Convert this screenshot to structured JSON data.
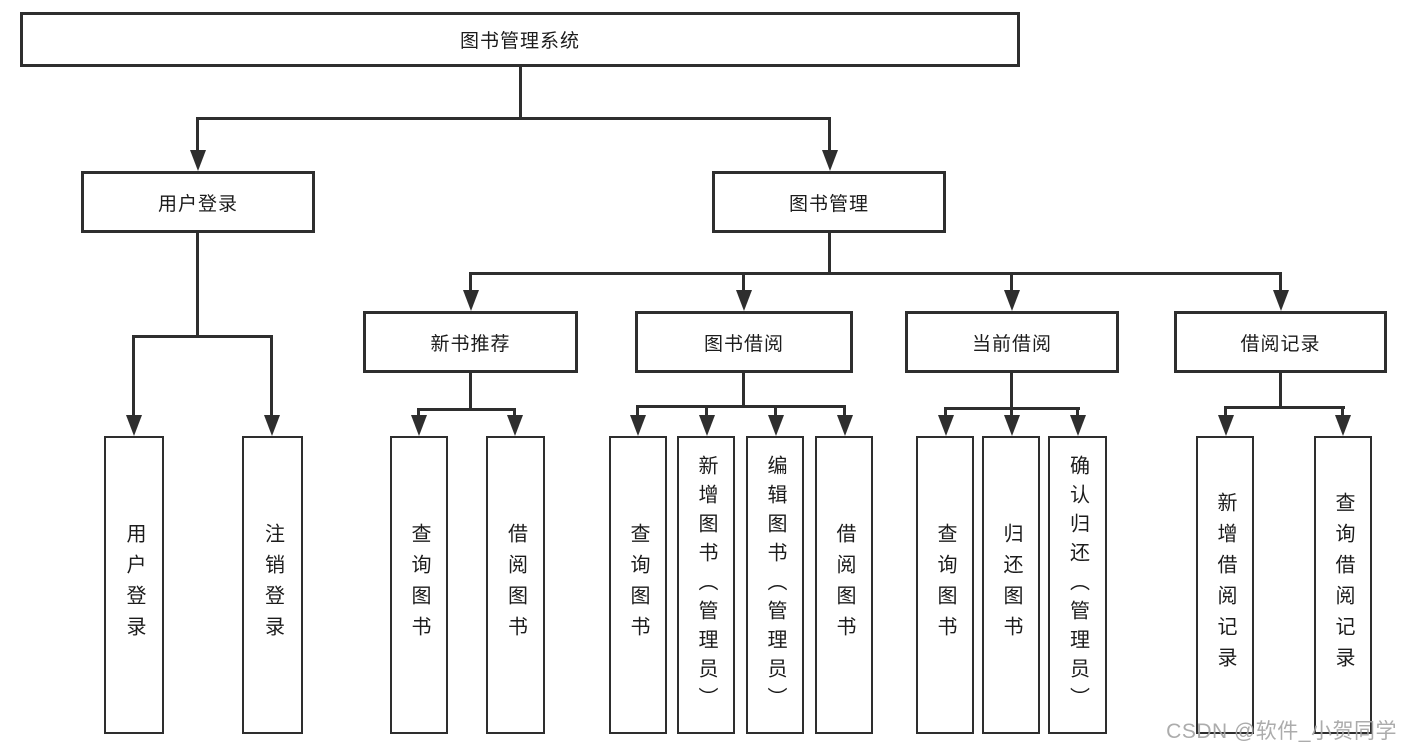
{
  "colors": {
    "line": "#2e2e2e",
    "text": "#1c1c1c",
    "watermark": "#a5a5a5",
    "background": "#ffffff"
  },
  "tree": {
    "root": {
      "label": "图书管理系统"
    },
    "user_login": {
      "label": "用户登录",
      "children": {
        "login": {
          "label": "用户登录"
        },
        "logout": {
          "label": "注销登录"
        }
      }
    },
    "book_management": {
      "label": "图书管理",
      "children": {
        "new_book_recommend": {
          "label": "新书推荐",
          "children": {
            "query_book": {
              "label": "查询图书"
            },
            "borrow_book": {
              "label": "借阅图书"
            }
          }
        },
        "book_borrow": {
          "label": "图书借阅",
          "children": {
            "query_book": {
              "label": "查询图书"
            },
            "add_book": {
              "label": "新增图书（管理员）"
            },
            "edit_book": {
              "label": "编辑图书（管理员）"
            },
            "borrow_book": {
              "label": "借阅图书"
            }
          }
        },
        "current_borrow": {
          "label": "当前借阅",
          "children": {
            "query_book": {
              "label": "查询图书"
            },
            "return_book": {
              "label": "归还图书"
            },
            "confirm_return": {
              "label": "确认归还（管理员）"
            }
          }
        },
        "borrow_record": {
          "label": "借阅记录",
          "children": {
            "add_record": {
              "label": "新增借阅记录"
            },
            "query_record": {
              "label": "查询借阅记录"
            }
          }
        }
      }
    }
  },
  "watermark": {
    "text": "CSDN @软件_小贺同学"
  }
}
